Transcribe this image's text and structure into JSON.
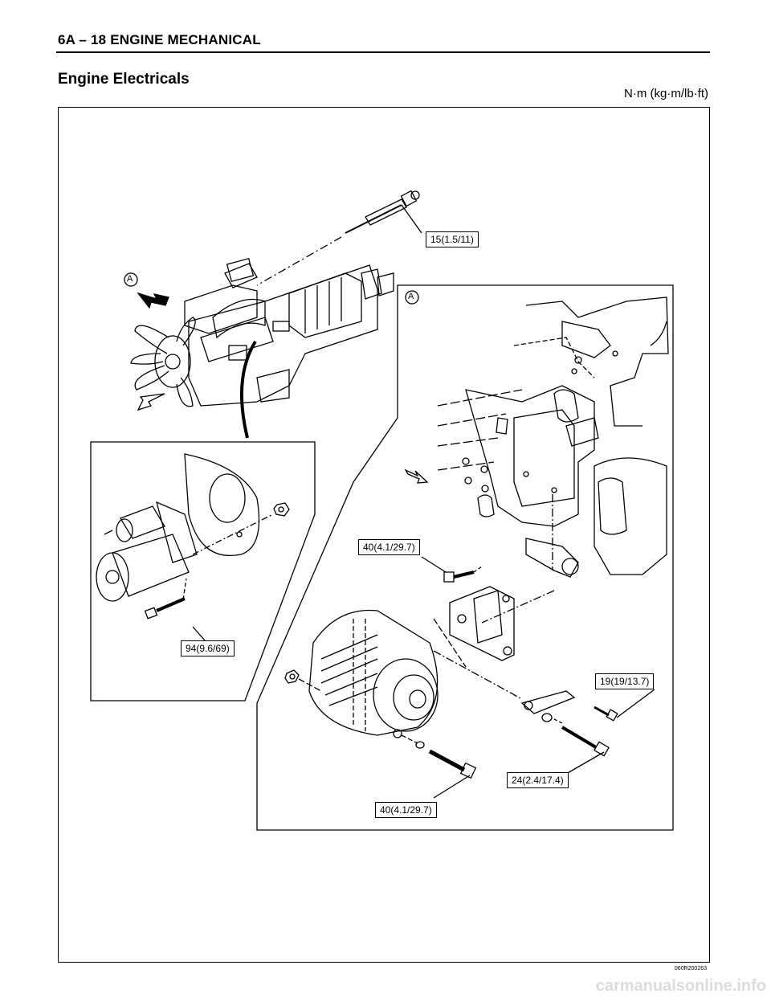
{
  "header": {
    "title": "6A – 18  ENGINE MECHANICAL"
  },
  "section": {
    "title": "Engine Electricals",
    "units": "N·m (kg·m/lb·ft)"
  },
  "callouts": {
    "view_a": "A",
    "detail_a": "A"
  },
  "torques": {
    "glow_plug": "15(1.5/11)",
    "starter_bolt": "94(9.6/69)",
    "bracket_bolt": "40(4.1/29.7)",
    "adjust_bolt": "19(19/13.7)",
    "alt_upper_bolt": "24(2.4/17.4)",
    "alt_lower_bolt": "40(4.1/29.7)"
  },
  "figure": {
    "code": "060R200263"
  },
  "footer": {
    "watermark": "carmanualsonline.info"
  }
}
